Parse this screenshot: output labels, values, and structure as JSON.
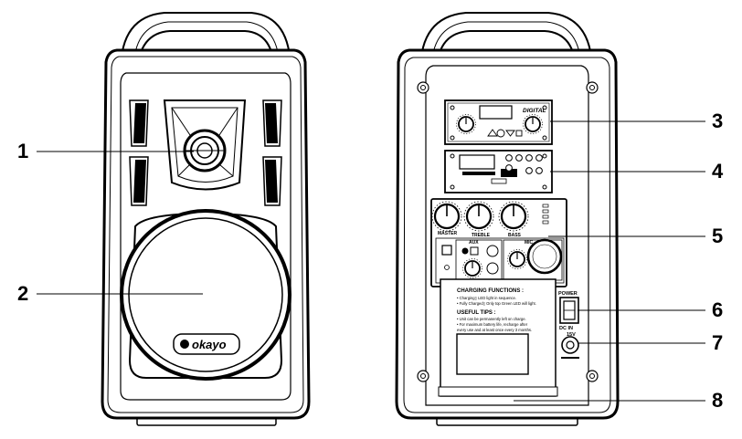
{
  "brand": {
    "logo_text": "okayo"
  },
  "front_callouts": [
    "1",
    "2"
  ],
  "rear_callouts": [
    "3",
    "4",
    "5",
    "6",
    "7",
    "8"
  ],
  "rear_panel": {
    "digital_label": "DIGITAL",
    "mixer_labels": {
      "master": "MASTER",
      "treble": "TREBLE",
      "bass": "BASS"
    },
    "aux_label": "AUX",
    "mic_label": "MIC",
    "power_label": "POWER",
    "charging_title": "CHARGING FUNCTIONS :",
    "charging_lines": [
      "• Charging▯ LED light in sequence.",
      "• Fully Charged▯ Only top Green LED will light."
    ],
    "tips_title": "USEFUL TIPS :",
    "tips_lines": [
      "• Unit can be permanently left on charge.",
      "• For maximum battery life, recharge after",
      "  every use and at least once every 3 months."
    ],
    "dc_label": "DC IN",
    "dc_voltage": "15V"
  }
}
